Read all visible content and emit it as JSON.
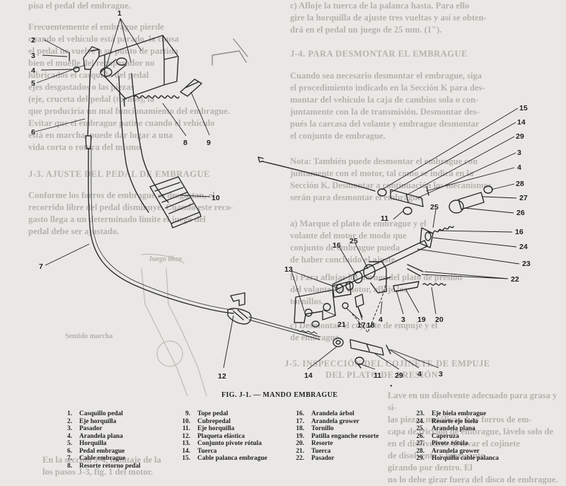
{
  "background_text": {
    "left_top": "pisa el pedal del embrague.",
    "left_p1": [
      "Frecuentemente el embrague pierde",
      "cuando el vehículo está parado, la causa",
      "el pedal no vuelve a su punto de partida",
      "bien el muelle del recuperador no",
      "lubricados el casquillo del pedal",
      "ejes desgastados o las piezas",
      "(eje, cruceta del pedal (tornos), la",
      "que produciría un mal funcionamiento del embrague."
    ],
    "left_p2": [
      "Evitar que el embrague patine cuando el vehículo",
      "está en marcha, puede dar lugar a una",
      "vida corta o rotura del mismo."
    ],
    "left_heading": "J-3. AJUSTE DEL PEDAL DE EMBRAGUE",
    "left_p3": [
      "Conforme los forros de embrague se desgastan, el",
      "recorrido libre del pedal disminuye. Cuando este reco-",
      "gasto llega a un determinado límite el juego del",
      "pedal debe ser ajustado."
    ],
    "left_small_1": "Juego libre",
    "left_small_2": "Sentido marcha",
    "right_top": [
      "c) Afloje la tuerca de la palanca hasta. Para ello",
      "gire la horquilla de ajuste tres vueltas y así se obten-",
      "drá en el pedal un juego de 25 mm. (1\")."
    ],
    "right_heading": "J-4. PARA DESMONTAR EL EMBRAGUE",
    "right_p1": [
      "Cuando sea necesario desmontar el embrague, siga",
      "el procedimiento indicado en la Sección K para des-",
      "montar del vehículo la caja de cambios sola o con-",
      "juntamente con la de transmisión. Desmontar des-",
      "pués la carcasa del volante y embrague desmontar",
      "el conjunto de embrague."
    ],
    "right_p2": [
      "Nota: También puede desmontar el embrague con",
      "juntamente con el motor, tal como se indica en la",
      "Sección K. Desmontar a continuación los mecanismos",
      "serán para desmontar el embrague."
    ],
    "right_p3": [
      "a) Marque el plato de embrague y el",
      "volante del motor de modo que",
      "conjunto de embrague pueda",
      "de haber concluido el ajuste."
    ],
    "right_p4": [
      "b) Para aflojar los pernos del plato de presión",
      "del volante del motor, afloje los",
      "tornillos.",
      "",
      "c) Desmontar el cojinete de empuje y el",
      "de embrague."
    ],
    "right_heading_2": "J-5. INSPECCIÓN DEL COJINETE DE EMPUJE",
    "right_heading_3": "DEL PLATO DE PRESIÓN",
    "right_p5": [
      "Lave en un disolvente adecuado para grasa y si-",
      "las piezas metálicas. Los forros de em-",
      "capa de fricción de embrague, lávelo solo de",
      "en el disolvente. Al lavar el cojinete",
      "de disolvente y lubricante",
      "girando por dentro. El",
      "no lo debe girar fuera del disco de embrague."
    ],
    "bottom_left_ghost": "En la sección J-4, montaje de la",
    "bottom_left_ghost_2": "los pasos J-3, fig. 1 del motor."
  },
  "callouts": {
    "c1": "1",
    "c2": "2",
    "c3": "3",
    "c4": "4",
    "c5": "5",
    "c6": "6",
    "c7": "7",
    "c8": "8",
    "c9": "9",
    "c10": "10",
    "c12": "12",
    "c13": "13",
    "c15": "15",
    "c14a": "14",
    "c29a": "29",
    "c3a": "3",
    "c4a": "4",
    "c28": "28",
    "c27": "27",
    "c26": "26",
    "c11a": "11",
    "c25a": "25",
    "c16a": "16",
    "c24": "24",
    "c23": "23",
    "c22": "22",
    "c16b": "16",
    "c25b": "25",
    "c21": "21",
    "c17": "17",
    "c18": "18",
    "c4b": "4",
    "c3b": "3",
    "c19": "19",
    "c20": "20",
    "c14b": "14",
    "c11b": "11",
    "c29b": "29",
    "c4c": "4",
    "c3c": "3"
  },
  "caption": "FIG. J-1. — MANDO EMBRAGUE",
  "legend": [
    [
      {
        "n": "1.",
        "t": "Casquillo pedal"
      },
      {
        "n": "2.",
        "t": "Eje horquilla"
      },
      {
        "n": "3.",
        "t": "Pasador"
      },
      {
        "n": "4.",
        "t": "Arandela plana"
      },
      {
        "n": "5.",
        "t": "Horquilla"
      },
      {
        "n": "6.",
        "t": "Pedal embrague"
      },
      {
        "n": "7.",
        "t": "Cable embrague"
      },
      {
        "n": "8.",
        "t": "Resorte retorno pedal"
      }
    ],
    [
      {
        "n": "9.",
        "t": "Tope pedal"
      },
      {
        "n": "10.",
        "t": "Cubrepedal"
      },
      {
        "n": "11.",
        "t": "Eje horquilla"
      },
      {
        "n": "12.",
        "t": "Plaqueta elástica"
      },
      {
        "n": "13.",
        "t": "Conjunto pivote rótula"
      },
      {
        "n": "14.",
        "t": "Tuerca"
      },
      {
        "n": "15.",
        "t": "Cable palanca embrague"
      }
    ],
    [
      {
        "n": "16.",
        "t": "Arandela árbol"
      },
      {
        "n": "17.",
        "t": "Arandela grower"
      },
      {
        "n": "18.",
        "t": "Tornillo"
      },
      {
        "n": "19.",
        "t": "Patilla enganche resorte"
      },
      {
        "n": "20.",
        "t": "Resorte"
      },
      {
        "n": "21.",
        "t": "Tuerca"
      },
      {
        "n": "22.",
        "t": "Pasador"
      }
    ],
    [
      {
        "n": "23.",
        "t": "Eje biela embrague"
      },
      {
        "n": "24.",
        "t": "Resorte eje biela"
      },
      {
        "n": "25.",
        "t": "Arandela plana"
      },
      {
        "n": "26.",
        "t": "Caperuza"
      },
      {
        "n": "27.",
        "t": "Pivote rótula"
      },
      {
        "n": "28.",
        "t": "Arandela grower"
      },
      {
        "n": "29.",
        "t": "Horquilla cable palanca"
      }
    ]
  ],
  "colors": {
    "ink": "#1e1e1e",
    "paper": "#e9e8e4",
    "ghost": "#b4b2ad"
  }
}
